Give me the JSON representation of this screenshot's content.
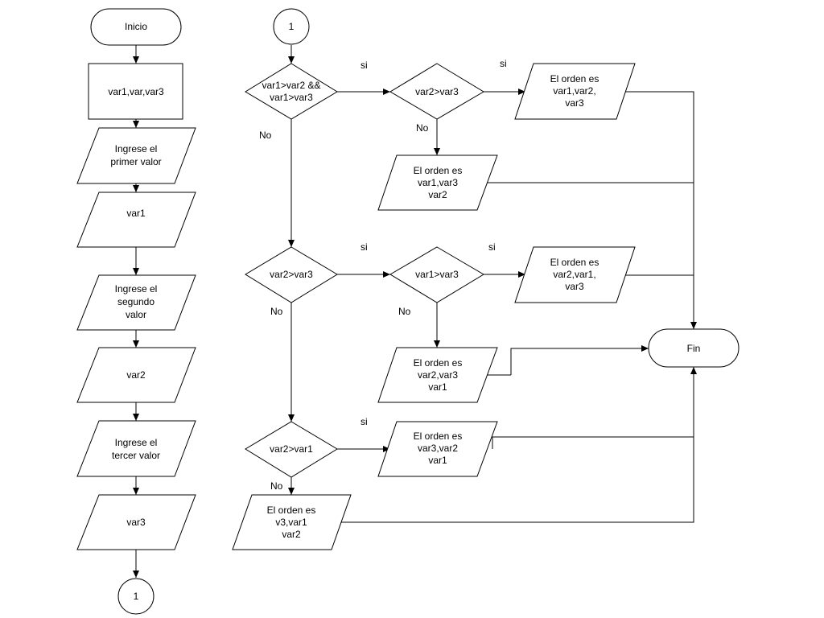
{
  "nodes": {
    "inicio": "Inicio",
    "decl": "var1,var,var3",
    "prompt1": [
      "Ingrese el",
      "primer valor"
    ],
    "in1": "var1",
    "prompt2": [
      "Ingrese el",
      "segundo",
      "valor"
    ],
    "in2": "var2",
    "prompt3": [
      "Ingrese el",
      "tercer valor"
    ],
    "in3": "var3",
    "conn_bottom": "1",
    "conn_top": "1",
    "d1": [
      "var1>var2 &&",
      "var1>var3"
    ],
    "d1b": "var2>var3",
    "o1": [
      "El orden es",
      "var1,var2,",
      "var3"
    ],
    "o2": [
      "El orden es",
      "var1,var3",
      "var2"
    ],
    "d2": "var2>var3",
    "d2b": "var1>var3",
    "o3": [
      "El orden es",
      "var2,var1,",
      "var3"
    ],
    "o4": [
      "El orden es",
      "var2,var3",
      "var1"
    ],
    "d3": "var2>var1",
    "o5": [
      "El orden es",
      "var3,var2",
      "var1"
    ],
    "o6": [
      "El orden es",
      "v3,var1",
      "var2"
    ],
    "fin": "Fin"
  },
  "edge_labels": {
    "si": "si",
    "no": "No"
  }
}
